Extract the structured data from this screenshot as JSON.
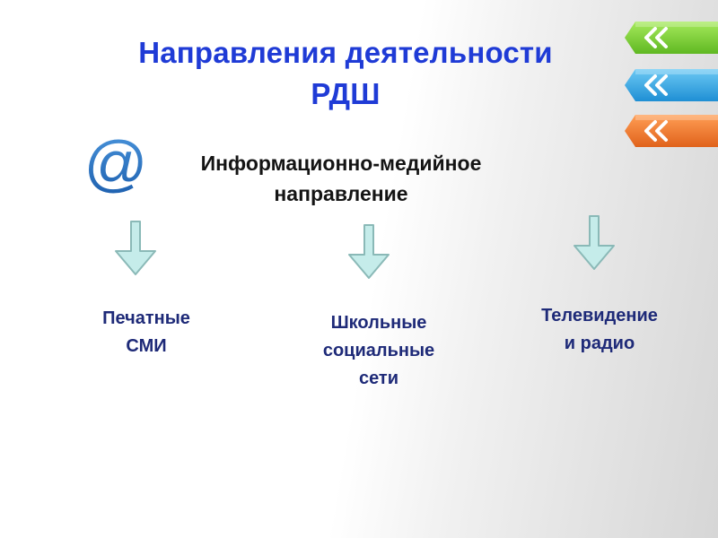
{
  "title": {
    "line1": "Направления деятельности",
    "line2": "РДШ"
  },
  "subtitle": {
    "line1": "Информационно-медийное",
    "line2": "направление"
  },
  "branches": [
    {
      "line1": "Печатные",
      "line2": "СМИ"
    },
    {
      "line1": "Школьные",
      "line2": "социальные",
      "line3": "сети"
    },
    {
      "line1": "Телевидение",
      "line2": "и радио"
    }
  ],
  "icons": {
    "at": "at-icon",
    "arrow": "arrow-down-icon",
    "tabs": [
      "chevron-left-tab-green",
      "chevron-left-tab-blue",
      "chevron-left-tab-orange"
    ]
  },
  "colors": {
    "title": "#1f3bd6",
    "subtitle": "#141414",
    "branch": "#1e2a78",
    "arrow_fill": "#c5ecea",
    "arrow_stroke": "#8ab9b7",
    "at_icon": "#2874c6",
    "tab_green": "#7ed23a",
    "tab_blue": "#35a5e2",
    "tab_orange": "#f07a2e"
  }
}
